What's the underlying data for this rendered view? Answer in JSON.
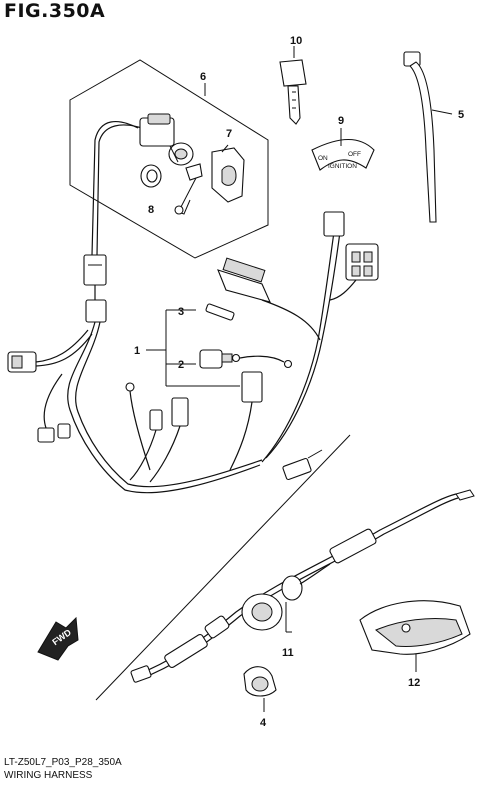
{
  "figure": {
    "title": "FIG.350A",
    "code": "LT-Z50L7_P03_P28_350A",
    "name": "WIRING HARNESS"
  },
  "callouts": {
    "c1": "1",
    "c2": "2",
    "c3": "3",
    "c4": "4",
    "c5": "5",
    "c6": "6",
    "c7": "7",
    "c8": "8",
    "c9": "9",
    "c10": "10",
    "c11": "11",
    "c12": "12"
  },
  "ignition_plate": {
    "on": "ON",
    "off": "OFF",
    "ignition": "IGNITION"
  },
  "direction_marker": {
    "text": "FWD"
  }
}
